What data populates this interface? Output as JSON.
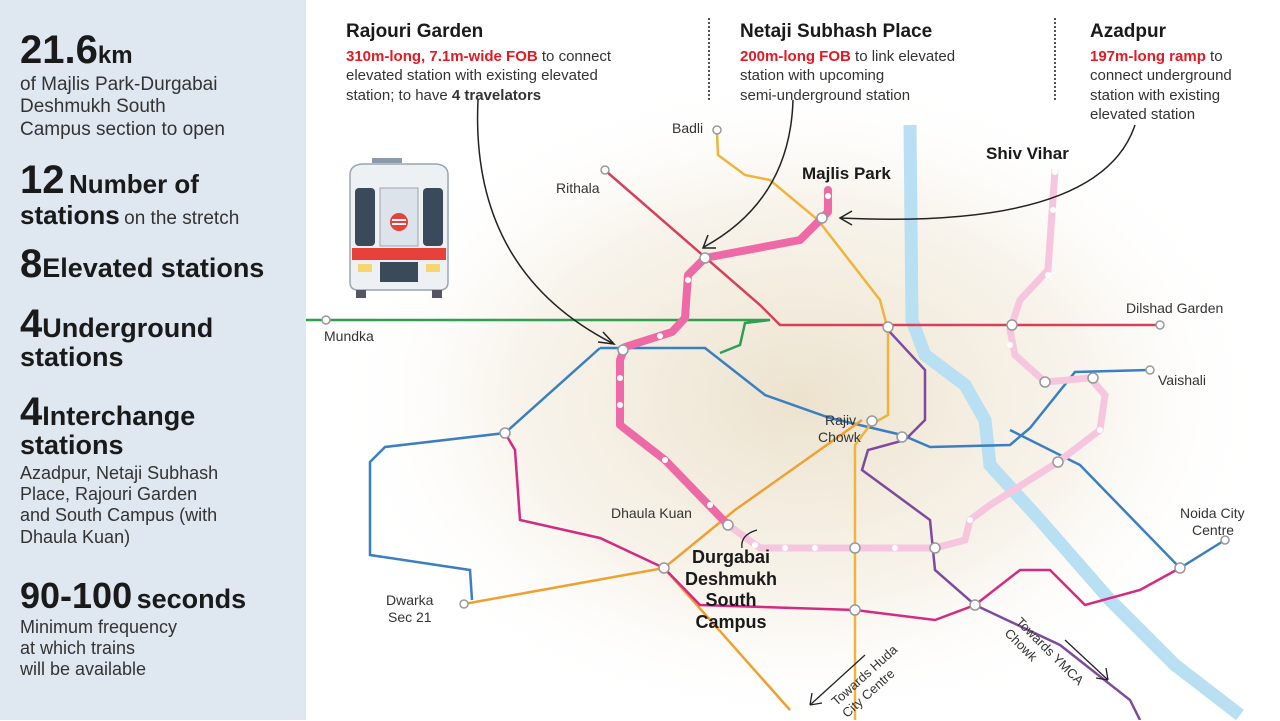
{
  "stats": {
    "length": {
      "value": "21.6",
      "unit": "km",
      "line1": "of Majlis Park-Durgabai",
      "line2": "Deshmukh South",
      "line3": "Campus section to open"
    },
    "stations": {
      "value": "12",
      "label_a": "Number of",
      "label_b": "stations",
      "label_c": "on the stretch"
    },
    "elevated": {
      "value": "8",
      "label": "Elevated stations"
    },
    "underground": {
      "value": "4",
      "label_a": "Underground",
      "label_b": "stations"
    },
    "interchange": {
      "value": "4",
      "label_a": "Interchange",
      "label_b": "stations",
      "line1": "Azadpur, Netaji Subhash",
      "line2": "Place, Rajouri Garden",
      "line3": "and South Campus (with",
      "line4": "Dhaula Kuan)"
    },
    "frequency": {
      "value": "90-100",
      "unit": "seconds",
      "line1": "Minimum frequency",
      "line2": "at which trains",
      "line3": "will be available"
    }
  },
  "callouts": {
    "rajouri": {
      "title": "Rajouri Garden",
      "hl1": "310m-long, 7.1m-wide FOB",
      "t1": " to connect",
      "line2": "elevated station with existing elevated",
      "t3a": "station; to have ",
      "hl2": "4 travelators"
    },
    "netaji": {
      "title": "Netaji Subhash Place",
      "hl1": "200m-long FOB",
      "t1": " to link elevated",
      "line2": "station with upcoming",
      "line3": "semi-underground station"
    },
    "azadpur": {
      "title": "Azadpur",
      "hl1": "197m-long ramp",
      "t1": " to",
      "line2": "connect underground",
      "line3": "station with existing",
      "line4": "elevated station"
    }
  },
  "stations": {
    "badli": "Badli",
    "rithala": "Rithala",
    "majlis_park": "Majlis Park",
    "shiv_vihar": "Shiv Vihar",
    "dilshad_garden": "Dilshad Garden",
    "mundka": "Mundka",
    "vaishali": "Vaishali",
    "rajiv_1": "Rajiv",
    "rajiv_2": "Chowk",
    "dhaula_kuan": "Dhaula Kuan",
    "noida_1": "Noida City",
    "noida_2": "Centre",
    "dwarka_1": "Dwarka",
    "dwarka_2": "Sec 21",
    "durgabai_1": "Durgabai",
    "durgabai_2": "Deshmukh",
    "durgabai_3": "South",
    "durgabai_4": "Campus",
    "huda_1": "Towards Huda",
    "huda_2": "City Centre",
    "ymca_1": "Towards YMCA",
    "ymca_2": "Chowk"
  },
  "colors": {
    "pink_line": "#ee6aa7",
    "red_line": "#d6405a",
    "green_line": "#2e9e4f",
    "blue_line": "#3a7fc1",
    "yellow_line": "#f0b43c",
    "violet_line": "#7e4a9e",
    "magenta_line": "#d42a82",
    "light_pink_line": "#f6c6df",
    "river": "#b9dff3",
    "highlight_red": "#e01b24",
    "sidebar_bg": "#dfe7f1"
  }
}
